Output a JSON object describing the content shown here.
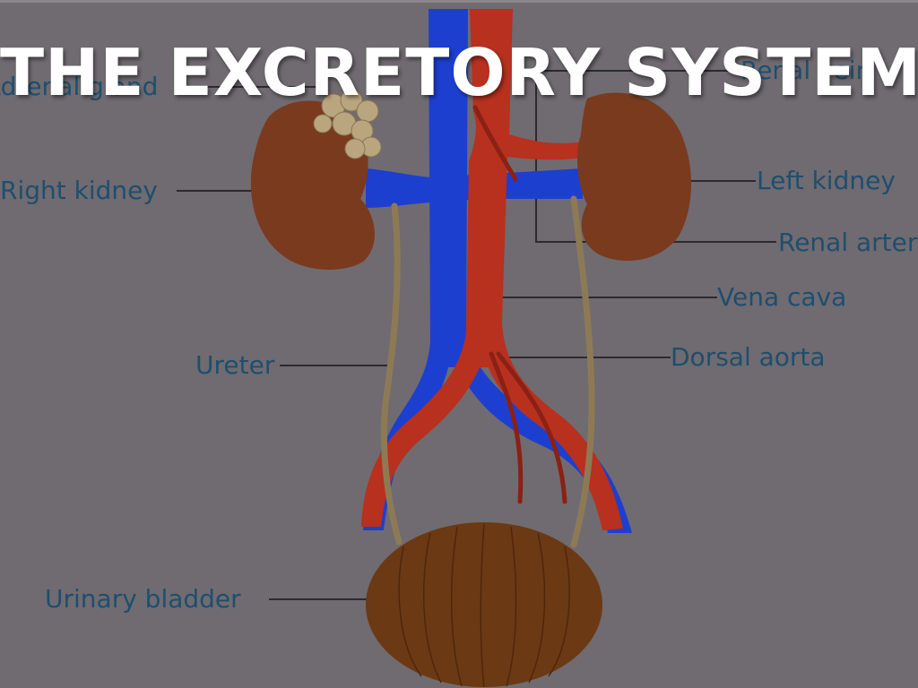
{
  "title": "THE EXCRETORY SYSTEM",
  "labels": {
    "adrenal_gland": "Adrenal gland",
    "renal_vein": "Renal vein",
    "right_kidney": "Right kidney",
    "left_kidney": "Left kidney",
    "renal_artery": "Renal artery",
    "vena_cava": "Vena cava",
    "ureter": "Ureter",
    "dorsal_aorta": "Dorsal aorta",
    "urinary_bladder": "Urinary bladder"
  },
  "colors": {
    "background": "#6f6b70",
    "label_text": "#1f4e6e",
    "leader_line": "#2c2a30",
    "vein_blue": "#1d3fd0",
    "artery_red": "#b8301e",
    "kidney_brown": "#7a3a1e",
    "ureter_tan": "#8d7a55",
    "bladder_brown": "#6b3914",
    "adrenal_gland": "#b9a57e",
    "title_text": "#ffffff"
  }
}
